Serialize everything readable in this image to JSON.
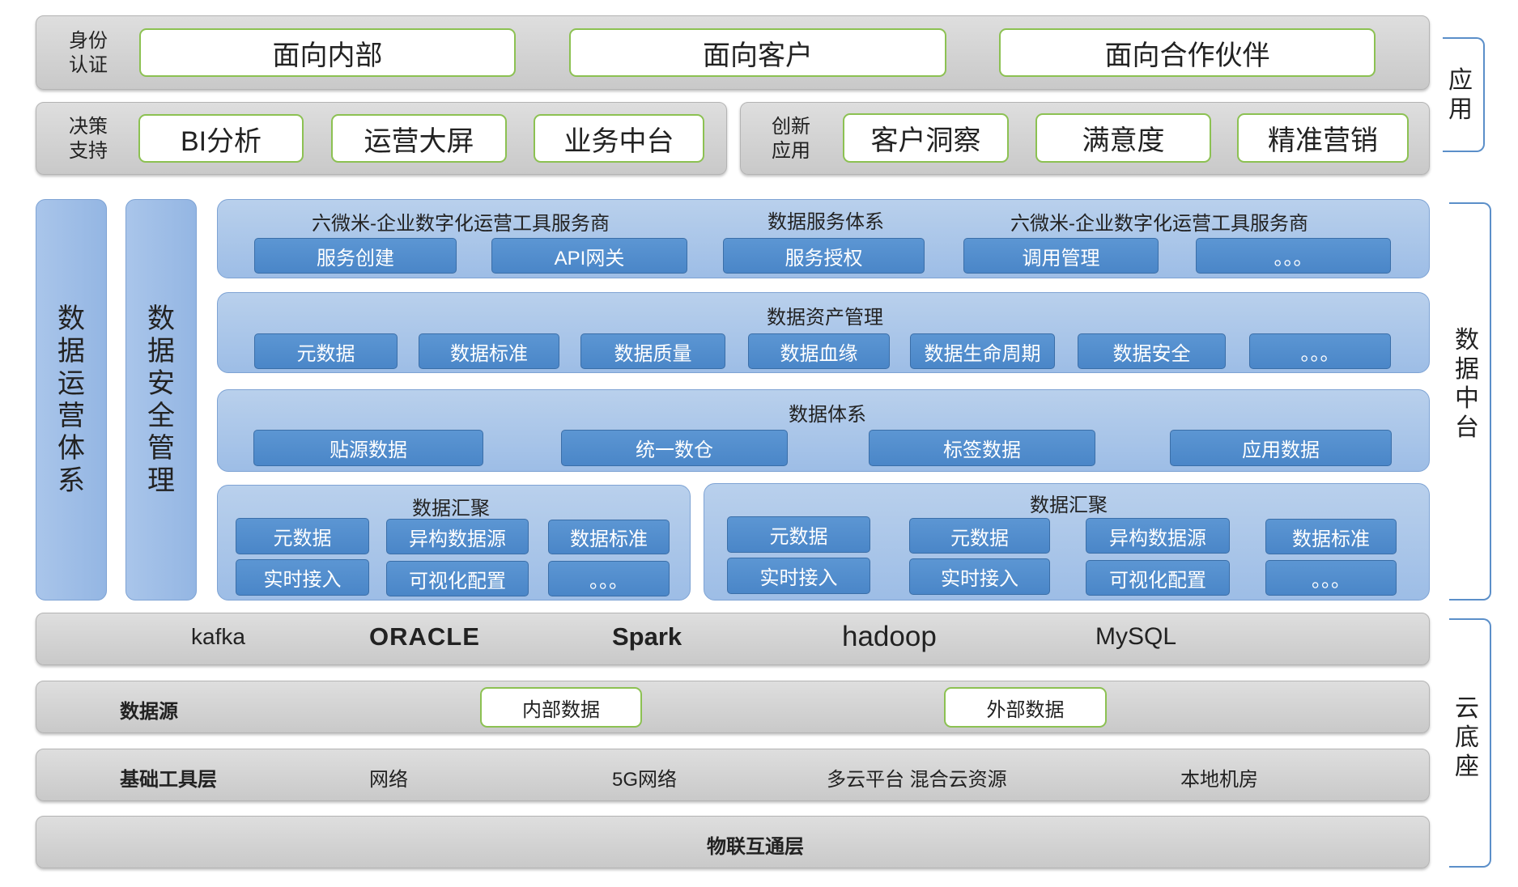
{
  "application": {
    "auth": {
      "label": "身份\n认证",
      "items": [
        "面向内部",
        "面向客户",
        "面向合作伙伴"
      ]
    },
    "decision": {
      "label": "决策\n支持",
      "items": [
        "BI分析",
        "运营大屏",
        "业务中台"
      ]
    },
    "innovation": {
      "label": "创新\n应用",
      "items": [
        "客户洞察",
        "满意度",
        "精准营销"
      ]
    }
  },
  "middle": {
    "left_columns": [
      {
        "chars": [
          "数",
          "据",
          "运",
          "营",
          "体",
          "系"
        ]
      },
      {
        "chars": [
          "数",
          "据",
          "安",
          "全",
          "管",
          "理"
        ]
      }
    ],
    "service": {
      "title_left": "六微米-企业数字化运营工具服务商",
      "title_center": "数据服务体系",
      "title_right": "六微米-企业数字化运营工具服务商",
      "items": [
        "服务创建",
        "API网关",
        "服务授权",
        "调用管理",
        "。。。"
      ]
    },
    "asset": {
      "title": "数据资产管理",
      "items": [
        "元数据",
        "数据标准",
        "数据质量",
        "数据血缘",
        "数据生命周期",
        "数据安全",
        "。。。"
      ]
    },
    "system": {
      "title": "数据体系",
      "items": [
        "贴源数据",
        "统一数仓",
        "标签数据",
        "应用数据"
      ]
    },
    "gather_left": {
      "title": "数据汇聚",
      "row1": [
        "元数据",
        "异构数据源",
        "数据标准"
      ],
      "row2": [
        "实时接入",
        "可视化配置",
        "。。。"
      ]
    },
    "gather_right": {
      "title": "数据汇聚",
      "row1": [
        "元数据",
        "元数据",
        "异构数据源",
        "数据标准"
      ],
      "row2": [
        "实时接入",
        "实时接入",
        "可视化配置",
        "。。。"
      ]
    }
  },
  "base": {
    "tech": [
      "kafka",
      "ORACLE",
      "Spark",
      "hadoop",
      "MySQL"
    ],
    "datasource": {
      "label": "数据源",
      "items": [
        "内部数据",
        "外部数据"
      ]
    },
    "infra": {
      "label": "基础工具层",
      "items": [
        "网络",
        "5G网络",
        "多云平台 混合云资源",
        "本地机房"
      ]
    },
    "iot": {
      "label": "物联互通层"
    }
  },
  "side_labels": {
    "application": [
      "应",
      "用"
    ],
    "data_platform": [
      "数",
      "据",
      "中",
      "台"
    ],
    "cloud_base": [
      "云",
      "底",
      "座"
    ]
  },
  "colors": {
    "gray_bar": "#d4d4d4",
    "green_border": "#8cc152",
    "blue_panel": "#a9c5ea",
    "blue_button": "#4a86c8",
    "bracket": "#5b8fc9"
  }
}
